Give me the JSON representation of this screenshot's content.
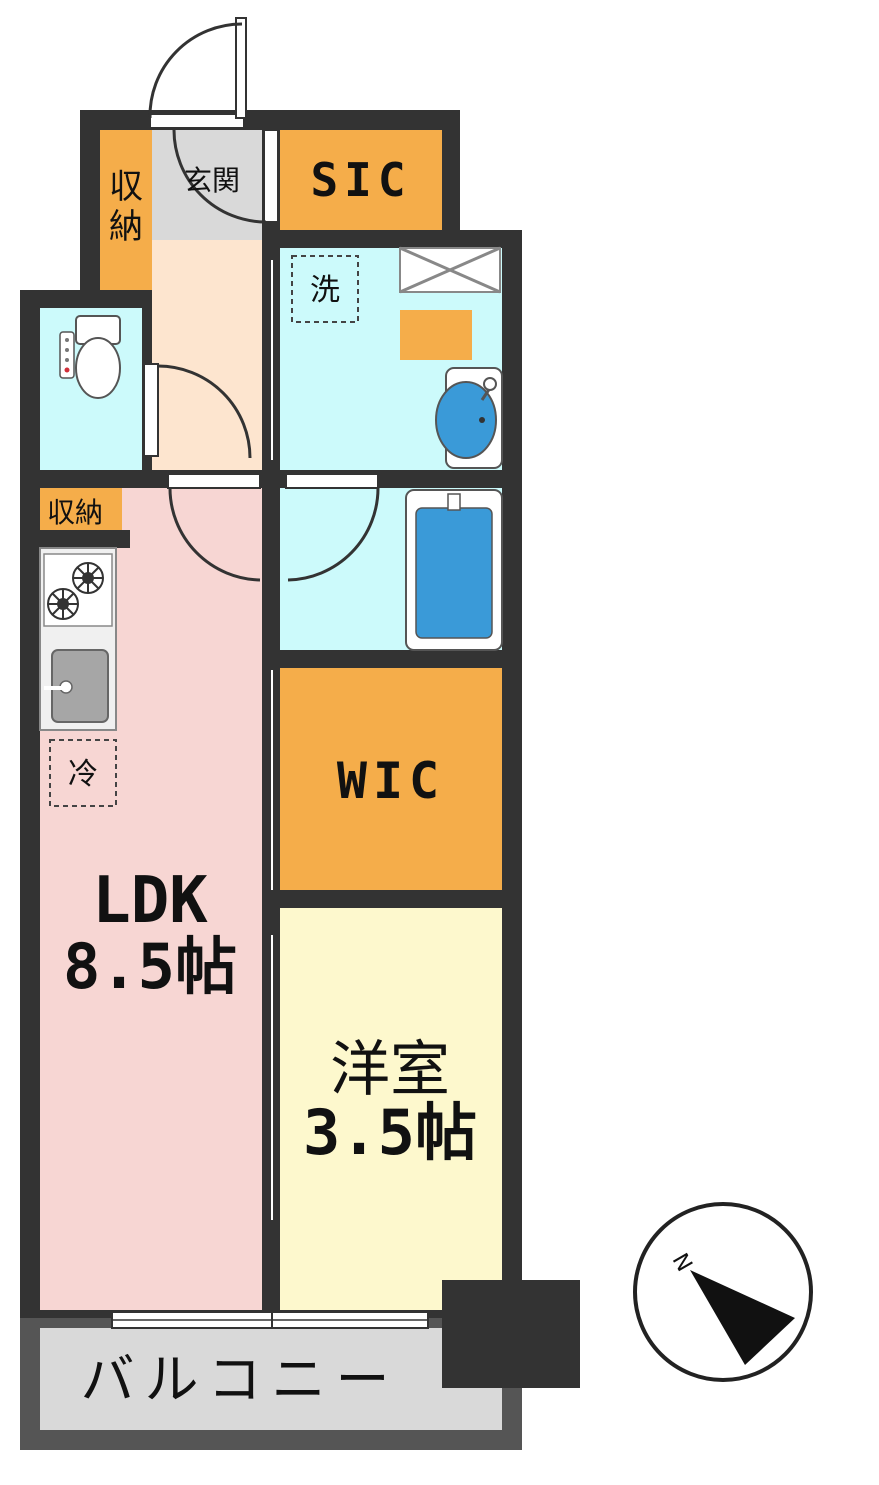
{
  "rooms": {
    "ldk": {
      "name": "LDK",
      "size": "8.5帖"
    },
    "western": {
      "name": "洋室",
      "size": "3.5帖"
    },
    "wic": "WIC",
    "sic": "SIC",
    "entrance": "玄関",
    "storage_top": "収納",
    "storage_kitchen": "収納",
    "balcony": "バルコニー"
  },
  "fixtures": {
    "washer": "洗",
    "fridge": "冷"
  },
  "compass": {
    "north_label": "N"
  },
  "colors": {
    "wall": "#333333",
    "ldk": "#f7d6d3",
    "western": "#fdf8cd",
    "storage": "#f5ad4a",
    "wet_area": "#ccfafb",
    "hallway": "#fde5cf",
    "entrance": "#d9d9d9",
    "balcony": "#d9d9d9",
    "fixture_blue": "#3a9ad8"
  }
}
